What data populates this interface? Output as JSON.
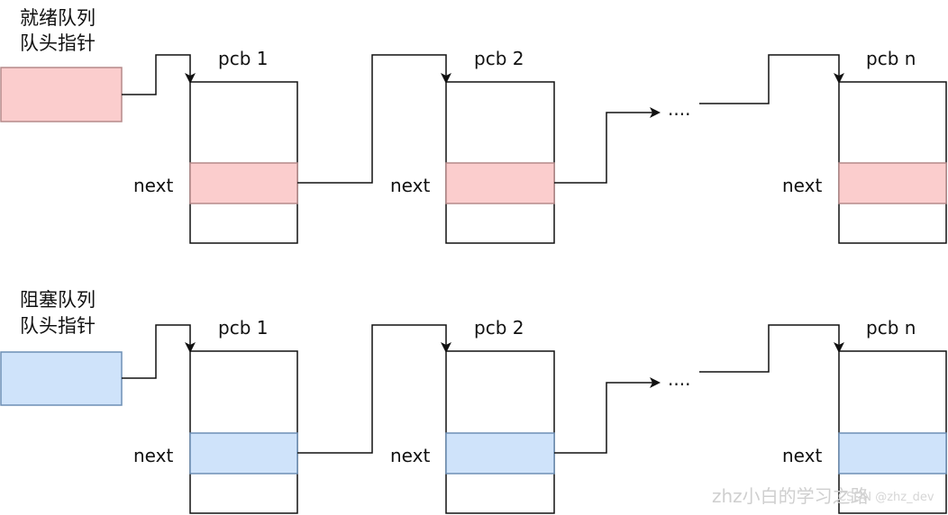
{
  "colors": {
    "ready_fill": "#fbcdcd",
    "ready_stroke": "#b58a8a",
    "blocked_fill": "#cfe3fa",
    "blocked_stroke": "#6d8fb5",
    "line": "#111111"
  },
  "queues": [
    {
      "id": "ready",
      "title_line1": "就绪队列",
      "title_line2": "队头指针",
      "pcbs": [
        {
          "label": "pcb 1",
          "next_label": "next"
        },
        {
          "label": "pcb 2",
          "next_label": "next"
        },
        {
          "label": "pcb n",
          "next_label": "next"
        }
      ],
      "ellipsis": "...."
    },
    {
      "id": "blocked",
      "title_line1": "阻塞队列",
      "title_line2": "队头指针",
      "pcbs": [
        {
          "label": "pcb 1",
          "next_label": "next"
        },
        {
          "label": "pcb 2",
          "next_label": "next"
        },
        {
          "label": "pcb n",
          "next_label": "next"
        }
      ],
      "ellipsis": "...."
    }
  ],
  "watermark": {
    "main": "zhz小白的学习之路",
    "sub": "CSDN @zhz_dev"
  }
}
